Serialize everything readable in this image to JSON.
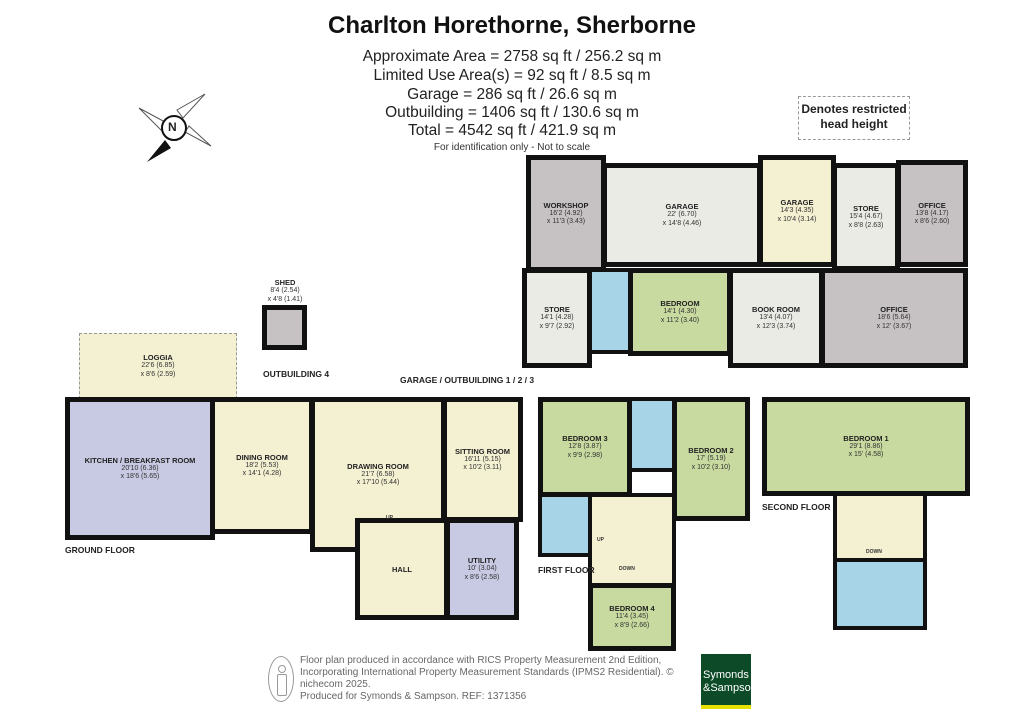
{
  "header": {
    "title": "Charlton Horethorne, Sherborne",
    "areas": [
      "Approximate Area = 2758 sq ft / 256.2 sq m",
      "Limited Use Area(s) = 92 sq ft / 8.5 sq m",
      "Garage = 286 sq ft / 26.6 sq m",
      "Outbuilding = 1406 sq ft / 130.6 sq m",
      "Total = 4542 sq ft / 421.9 sq m"
    ],
    "note": "For identification only - Not to scale"
  },
  "compass": {
    "label": "N"
  },
  "legend": {
    "restricted_line1": "Denotes restricted",
    "restricted_line2": "head height"
  },
  "colors": {
    "yellow": "#f4f0d2",
    "purple": "#c8c9e2",
    "green": "#c8da9f",
    "blue": "#a8d4e8",
    "grey": "#c6c1c2",
    "light": "#ebebe6",
    "wall": "#111111",
    "brand": "#0d4a27",
    "brand_accent": "#e5e000"
  },
  "rooms": [
    {
      "name": "Loggia",
      "dim1": "22'6 (6.85)",
      "dim2": "x 8'6 (2.59)"
    },
    {
      "name": "Kitchen / Breakfast Room",
      "dim1": "20'10 (6.36)",
      "dim2": "x 18'6 (5.65)"
    },
    {
      "name": "Dining Room",
      "dim1": "18'2 (5.53)",
      "dim2": "x 14'1 (4.28)"
    },
    {
      "name": "Drawing Room",
      "dim1": "21'7 (6.58)",
      "dim2": "x 17'10 (5.44)"
    },
    {
      "name": "Sitting Room",
      "dim1": "16'11 (5.15)",
      "dim2": "x 10'2 (3.11)"
    },
    {
      "name": "Hall",
      "dim1": "",
      "dim2": ""
    },
    {
      "name": "Utility",
      "dim1": "10' (3.04)",
      "dim2": "x 8'6 (2.58)"
    },
    {
      "name": "Shed",
      "dim1": "8'4 (2.54)",
      "dim2": "x 4'8 (1.41)"
    },
    {
      "name": "Workshop",
      "dim1": "16'2 (4.92)",
      "dim2": "x 11'3 (3.43)"
    },
    {
      "name": "Garage",
      "dim1": "22' (6.70)",
      "dim2": "x 14'8 (4.46)"
    },
    {
      "name": "Garage",
      "dim1": "14'3 (4.35)",
      "dim2": "x 10'4 (3.14)"
    },
    {
      "name": "Store",
      "dim1": "15'4 (4.67)",
      "dim2": "x 8'8 (2.63)"
    },
    {
      "name": "Office",
      "dim1": "13'8 (4.17)",
      "dim2": "x 8'6 (2.60)"
    },
    {
      "name": "Store",
      "dim1": "14'1 (4.28)",
      "dim2": "x 9'7 (2.92)"
    },
    {
      "name": "Bedroom",
      "dim1": "14'1 (4.30)",
      "dim2": "x 11'2 (3.40)"
    },
    {
      "name": "Book Room",
      "dim1": "13'4 (4.07)",
      "dim2": "x 12'3 (3.74)"
    },
    {
      "name": "Office",
      "dim1": "18'6 (5.64)",
      "dim2": "x 12' (3.67)"
    },
    {
      "name": "Bedroom 3",
      "dim1": "12'8 (3.87)",
      "dim2": "x 9'9 (2.98)"
    },
    {
      "name": "Bedroom 2",
      "dim1": "17' (5.19)",
      "dim2": "x 10'2 (3.10)"
    },
    {
      "name": "Bedroom 4",
      "dim1": "11'4 (3.45)",
      "dim2": "x 8'9 (2.66)"
    },
    {
      "name": "Bedroom 1",
      "dim1": "29'1 (8.86)",
      "dim2": "x 15' (4.58)"
    }
  ],
  "floor_labels": {
    "ground": "GROUND FLOOR",
    "outbuilding4": "OUTBUILDING 4",
    "garage_outbuilding": "GARAGE / OUTBUILDING 1 / 2 / 3",
    "first": "FIRST FLOOR",
    "second": "SECOND FLOOR"
  },
  "stairs": {
    "ground_up": "UP",
    "first_up": "UP",
    "first_down": "DOWN",
    "second_down": "DOWN"
  },
  "footer": {
    "line1": "Floor plan produced in accordance with RICS Property Measurement 2nd Edition,",
    "line2": "Incorporating International Property Measurement Standards (IPMS2 Residential).   © nichecom 2025.",
    "line3": "Produced for Symonds & Sampson.   REF:  1371356",
    "logo_line1": "Symonds",
    "logo_line2": "&Sampson"
  }
}
